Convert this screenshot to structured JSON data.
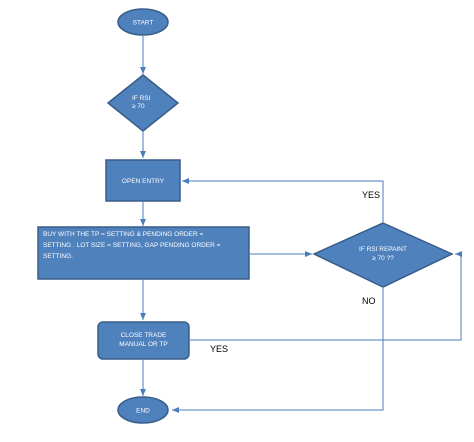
{
  "nodes": {
    "start": "START",
    "decision_rsi": [
      "IF RSI",
      "≥ 70"
    ],
    "open_entry": "OPEN ENTRY",
    "buy_process": [
      "BUY   WITH THE TP = SETTING & PENDING  ORDER =",
      "SETTING . LOT SIZE = SETTING, GAP  PENDING  ORDER =",
      "SETTING."
    ],
    "decision_repaint": [
      "IF RSI REPAINT",
      "≥ 70 ??"
    ],
    "close_trade": [
      "CLOSE TRADE",
      "MANUAL OR TP"
    ],
    "end": "END"
  },
  "edge_labels": {
    "yes_repaint": "YES",
    "no_repaint": "NO",
    "yes_close": "YES"
  },
  "colors": {
    "node_fill": "#4f81bd",
    "node_border": "#385d8a",
    "connector": "#4a7ebb",
    "label_text": "#000000"
  }
}
